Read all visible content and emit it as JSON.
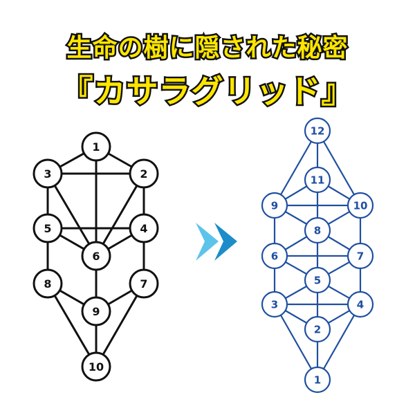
{
  "title_line1": "生命の樹に隠された秘密",
  "title_line2": "『カサラグリッド』",
  "colors": {
    "left": "#111111",
    "right": "#1f4fa0",
    "arrow_light": "#5cc4ea",
    "arrow_dark": "#1c8dc9",
    "title_fill": "#ffe600",
    "title_stroke": "#111111"
  },
  "left_tree": {
    "nodes": [
      "1",
      "2",
      "3",
      "4",
      "5",
      "6",
      "7",
      "8",
      "9",
      "10"
    ],
    "edges": [
      [
        "1",
        "2"
      ],
      [
        "1",
        "3"
      ],
      [
        "1",
        "6"
      ],
      [
        "2",
        "3"
      ],
      [
        "2",
        "4"
      ],
      [
        "2",
        "6"
      ],
      [
        "3",
        "5"
      ],
      [
        "3",
        "6"
      ],
      [
        "4",
        "5"
      ],
      [
        "4",
        "6"
      ],
      [
        "4",
        "7"
      ],
      [
        "5",
        "6"
      ],
      [
        "5",
        "8"
      ],
      [
        "6",
        "9"
      ],
      [
        "7",
        "9"
      ],
      [
        "7",
        "10"
      ],
      [
        "8",
        "9"
      ],
      [
        "8",
        "10"
      ],
      [
        "9",
        "10"
      ]
    ]
  },
  "right_grid": {
    "nodes": [
      "1",
      "2",
      "3",
      "4",
      "5",
      "6",
      "7",
      "8",
      "9",
      "10",
      "11",
      "12"
    ],
    "edges": [
      [
        "12",
        "11"
      ],
      [
        "12",
        "9"
      ],
      [
        "12",
        "10"
      ],
      [
        "11",
        "9"
      ],
      [
        "11",
        "10"
      ],
      [
        "11",
        "8"
      ],
      [
        "9",
        "10"
      ],
      [
        "9",
        "8"
      ],
      [
        "10",
        "8"
      ],
      [
        "9",
        "6"
      ],
      [
        "10",
        "7"
      ],
      [
        "8",
        "6"
      ],
      [
        "8",
        "7"
      ],
      [
        "8",
        "5"
      ],
      [
        "6",
        "7"
      ],
      [
        "6",
        "5"
      ],
      [
        "7",
        "5"
      ],
      [
        "6",
        "3"
      ],
      [
        "7",
        "4"
      ],
      [
        "5",
        "3"
      ],
      [
        "5",
        "4"
      ],
      [
        "3",
        "4"
      ],
      [
        "5",
        "2"
      ],
      [
        "3",
        "2"
      ],
      [
        "4",
        "2"
      ],
      [
        "3",
        "1"
      ],
      [
        "4",
        "1"
      ],
      [
        "2",
        "1"
      ]
    ]
  }
}
